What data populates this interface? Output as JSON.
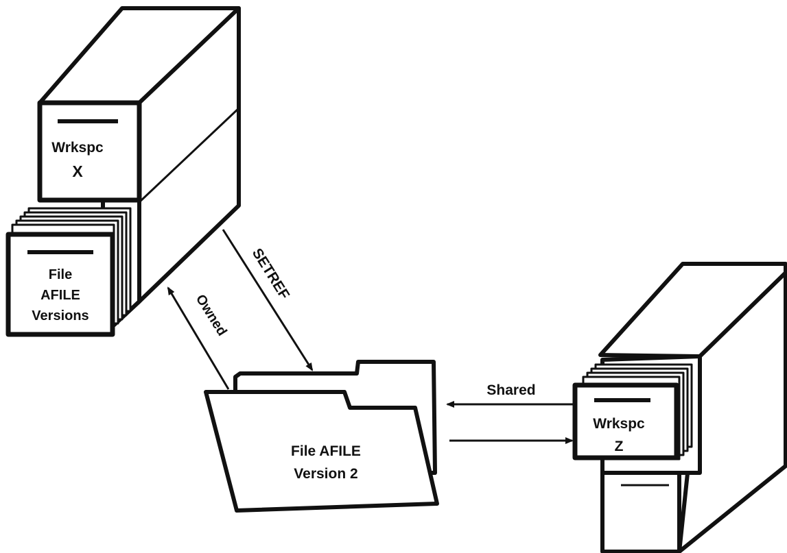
{
  "workspace_x": {
    "line1": "Wrkspc",
    "line2": "X"
  },
  "file_versions": {
    "line1": "File",
    "line2": "AFILE",
    "line3": "Versions"
  },
  "folder": {
    "line1": "File AFILE",
    "line2": "Version 2"
  },
  "workspace_z": {
    "line1": "Wrkspc",
    "line2": "Z"
  },
  "arrows": {
    "setref": "SETREF",
    "owned": "Owned",
    "shared": "Shared"
  },
  "colors": {
    "ink": "#111111",
    "paper": "#ffffff"
  }
}
